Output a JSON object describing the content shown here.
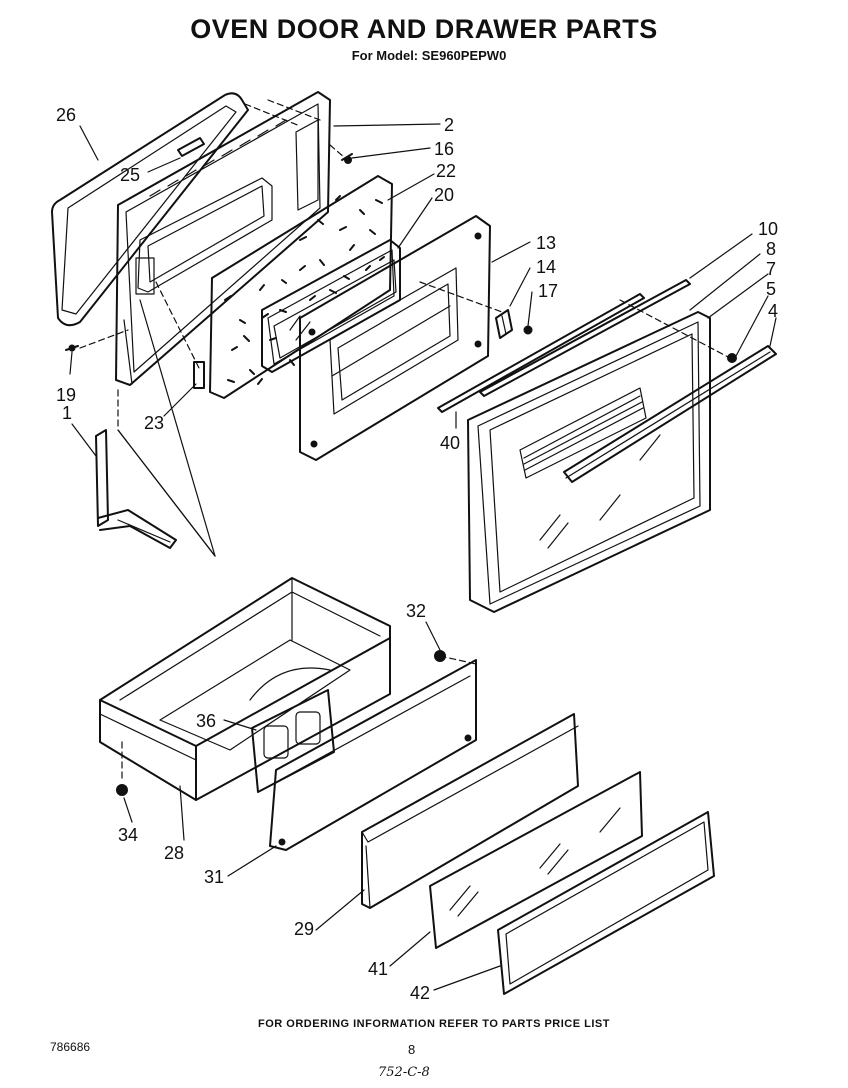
{
  "header": {
    "title": "OVEN DOOR AND DRAWER PARTS",
    "model": "For Model: SE960PEPW0"
  },
  "callouts": [
    "26",
    "25",
    "2",
    "16",
    "22",
    "20",
    "13",
    "14",
    "17",
    "10",
    "8",
    "7",
    "5",
    "4",
    "19",
    "1",
    "23",
    "40",
    "32",
    "36",
    "34",
    "28",
    "31",
    "29",
    "41",
    "42"
  ],
  "footer": {
    "ordering": "FOR ORDERING INFORMATION REFER TO PARTS PRICE LIST",
    "doc_number": "786686",
    "page_number": "8",
    "handwritten_note": "752-C-8"
  }
}
